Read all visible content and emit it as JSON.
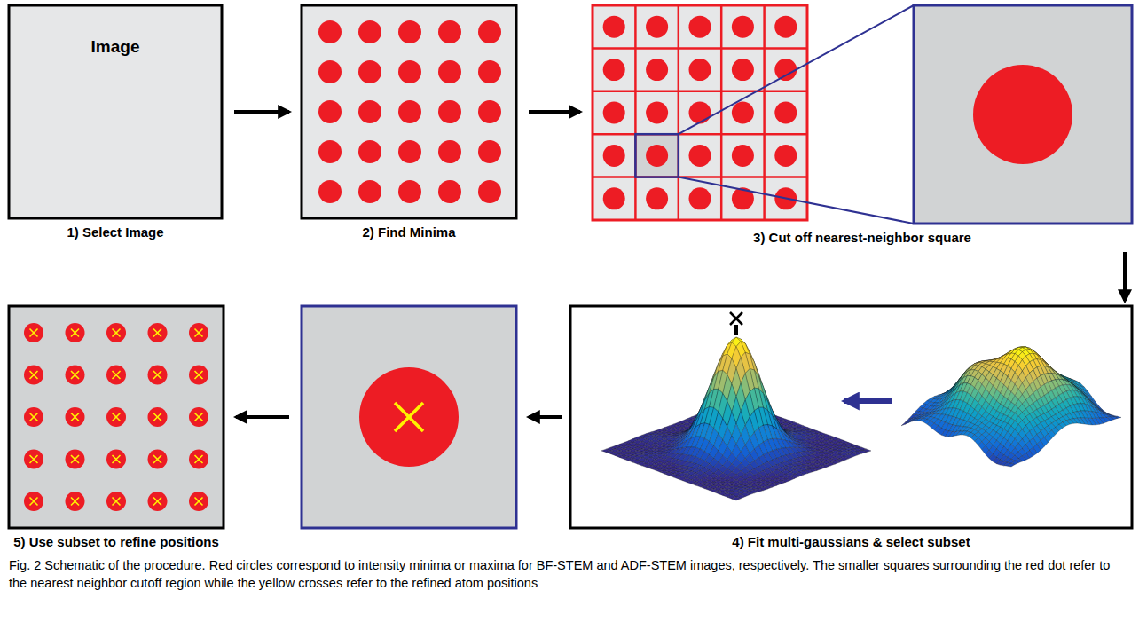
{
  "diagram": {
    "caption": "Fig. 2 Schematic of the procedure. Red circles correspond to intensity minima or maxima for BF-STEM and ADF-STEM images, respectively. The smaller squares surrounding the red dot refer to the nearest neighbor cutoff region while the yellow crosses refer to the refined atom positions",
    "nodes": [
      {
        "text": [
          "Image",
          "1) Select Image"
        ]
      },
      {
        "text": [
          "2) Find Minima"
        ]
      },
      {
        "text": [
          "3) Cut off nearest-neighbor square"
        ]
      },
      {
        "text": [
          "4) Fit multi-gaussians & select subset"
        ]
      },
      {
        "text": [
          "5) Use subset to refine positions"
        ]
      }
    ],
    "edges": [
      {
        "from": 0,
        "to": 1,
        "arrow": "to"
      },
      {
        "from": 1,
        "to": 2,
        "arrow": "to"
      },
      {
        "from": 2,
        "to": 3,
        "arrow": "to"
      }
    ]
  }
}
